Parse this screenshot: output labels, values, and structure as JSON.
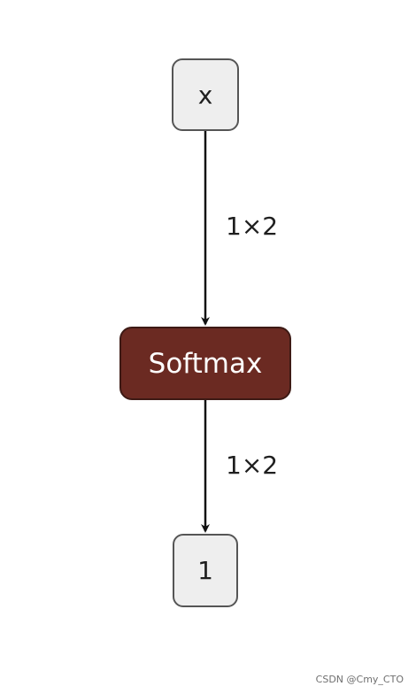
{
  "diagram": {
    "nodes": [
      {
        "id": "input",
        "label": "x"
      },
      {
        "id": "softmax",
        "label": "Softmax"
      },
      {
        "id": "output",
        "label": "1"
      }
    ],
    "edges": [
      {
        "from": "input",
        "to": "softmax",
        "label": "1×2"
      },
      {
        "from": "softmax",
        "to": "output",
        "label": "1×2"
      }
    ],
    "colors": {
      "io_fill": "#eeeeee",
      "io_border": "#555555",
      "op_fill": "#6b2a22",
      "op_text": "#ffffff",
      "edge": "#111111"
    }
  },
  "watermark": "CSDN @Cmy_CTO"
}
